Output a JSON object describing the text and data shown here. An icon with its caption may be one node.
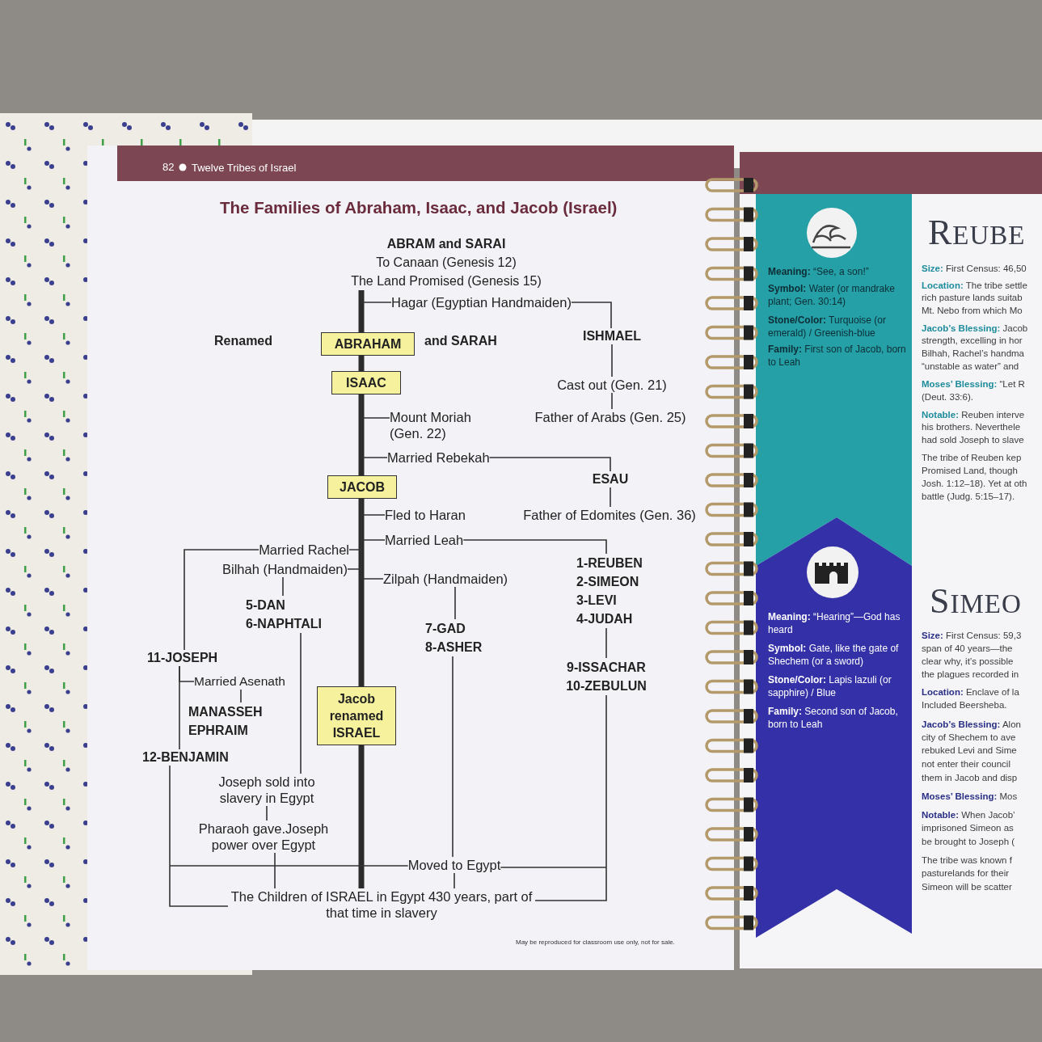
{
  "diagram": {
    "title": "The Families of Abraham, Isaac, and Jacob (Israel)",
    "nodes": [
      {
        "text": [
          "ABRAM and SARAI",
          "To Canaan (Genesis 12)",
          "The Land Promised (Genesis 15)"
        ]
      },
      {
        "text": [
          "Hagar (Egyptian Handmaiden)"
        ]
      },
      {
        "text": [
          "ABRAHAM"
        ],
        "beside": [
          "Renamed",
          "and SARAH"
        ]
      },
      {
        "text": [
          "ISHMAEL"
        ]
      },
      {
        "text": [
          "ISAAC"
        ]
      },
      {
        "text": [
          "Cast out (Gen. 21)"
        ]
      },
      {
        "text": [
          "Mount Moriah (Gen. 22)"
        ]
      },
      {
        "text": [
          "Father of Arabs (Gen. 25)"
        ]
      },
      {
        "text": [
          "Married Rebekah"
        ]
      },
      {
        "text": [
          "JACOB"
        ]
      },
      {
        "text": [
          "ESAU"
        ]
      },
      {
        "text": [
          "Fled to Haran"
        ]
      },
      {
        "text": [
          "Father of Edomites (Gen. 36)"
        ]
      },
      {
        "text": [
          "Married Leah"
        ]
      },
      {
        "text": [
          "Married Rachel"
        ]
      },
      {
        "text": [
          "Bilhah (Handmaiden)"
        ]
      },
      {
        "text": [
          "Zilpah (Handmaiden)"
        ]
      },
      {
        "text": [
          "1-REUBEN",
          "2-SIMEON",
          "3-LEVI",
          "4-JUDAH"
        ]
      },
      {
        "text": [
          "5-DAN",
          "6-NAPHTALI"
        ]
      },
      {
        "text": [
          "7-GAD",
          "8-ASHER"
        ]
      },
      {
        "text": [
          "11-JOSEPH"
        ]
      },
      {
        "text": [
          "9-ISSACHAR",
          "10-ZEBULUN"
        ]
      },
      {
        "text": [
          "Married Asenath"
        ]
      },
      {
        "text": [
          "Jacob renamed ISRAEL"
        ]
      },
      {
        "text": [
          "MANASSEH",
          "EPHRAIM"
        ]
      },
      {
        "text": [
          "12-BENJAMIN"
        ]
      },
      {
        "text": [
          "Joseph sold into slavery in Egypt"
        ]
      },
      {
        "text": [
          "Pharaoh gave.Joseph power over Egypt"
        ]
      },
      {
        "text": [
          "Moved to Egypt"
        ]
      },
      {
        "text": [
          "The Children of ISRAEL in Egypt 430 years, part of that time in slavery"
        ]
      }
    ],
    "edges": [
      {
        "from": 0,
        "to": 2,
        "arrow": "none",
        "style": "thick"
      },
      {
        "from": 2,
        "to": 4,
        "arrow": "none",
        "style": "thick"
      },
      {
        "from": 4,
        "to": 9,
        "arrow": "none",
        "style": "thick"
      },
      {
        "from": 9,
        "to": 23,
        "arrow": "none",
        "style": "thick"
      },
      {
        "from": 23,
        "to": 29,
        "arrow": "none",
        "style": "thick"
      },
      {
        "from": 0,
        "to": 1,
        "arrow": "none"
      },
      {
        "from": 1,
        "to": 3,
        "arrow": "none"
      },
      {
        "from": 3,
        "to": 5,
        "arrow": "none"
      },
      {
        "from": 5,
        "to": 7,
        "arrow": "none"
      },
      {
        "from": 4,
        "to": 6,
        "arrow": "none"
      },
      {
        "from": 4,
        "to": 8,
        "arrow": "none"
      },
      {
        "from": 8,
        "to": 10,
        "arrow": "none"
      },
      {
        "from": 10,
        "to": 12,
        "arrow": "none"
      },
      {
        "from": 9,
        "to": 11,
        "arrow": "none"
      },
      {
        "from": 9,
        "to": 13,
        "arrow": "none"
      },
      {
        "from": 13,
        "to": 17,
        "arrow": "none"
      },
      {
        "from": 17,
        "to": 21,
        "arrow": "none"
      },
      {
        "from": 21,
        "to": 29,
        "arrow": "none"
      },
      {
        "from": 9,
        "to": 14,
        "arrow": "none"
      },
      {
        "from": 9,
        "to": 15,
        "arrow": "none"
      },
      {
        "from": 9,
        "to": 16,
        "arrow": "none"
      },
      {
        "from": 15,
        "to": 18,
        "arrow": "none"
      },
      {
        "from": 16,
        "to": 19,
        "arrow": "none"
      },
      {
        "from": 14,
        "to": 20,
        "arrow": "none"
      },
      {
        "from": 20,
        "to": 22,
        "arrow": "none"
      },
      {
        "from": 22,
        "to": 24,
        "arrow": "none"
      },
      {
        "from": 20,
        "to": 25,
        "arrow": "none"
      },
      {
        "from": 25,
        "to": 29,
        "arrow": "none"
      },
      {
        "from": 18,
        "to": 26,
        "arrow": "none"
      },
      {
        "from": 26,
        "to": 27,
        "arrow": "none"
      },
      {
        "from": 27,
        "to": 29,
        "arrow": "none"
      },
      {
        "from": 19,
        "to": 28,
        "arrow": "none"
      },
      {
        "from": 28,
        "to": 29,
        "arrow": "none"
      },
      {
        "from": 28,
        "to": null,
        "arrow": "none"
      },
      {
        "from": 28,
        "to": null,
        "arrow": "none"
      }
    ],
    "labels": [
      "82",
      "Twelve Tribes of Israel",
      "May be reproduced for classroom use only, not for sale.",
      "**Meaning:** “See, a son!”",
      "**Symbol:** Water (or mandrake plant; Gen. 30:14)",
      "**Stone/Color:** Turquoise (or emerald) / Greenish-blue",
      "**Family:** First son of Jacob, born to Leah",
      "REUBE",
      "**Size:** First Census: 46,50",
      "**Location:** The tribe settle",
      "rich pasture lands suitab",
      "Mt. Nebo from which Mo",
      "**Jacob’s Blessing:** Jacob",
      "strength, excelling in hor",
      "Bilhah, Rachel’s handma",
      "“unstable as water” and",
      "**Moses’ Blessing:** “Let R",
      "(Deut. 33:6).",
      "**Notable:** Reuben interve",
      "his brothers. Neverthele",
      "had sold Joseph to slave",
      "The tribe of Reuben kep",
      "Promised Land, though",
      "Josh. 1:12–18). Yet at oth",
      "battle (Judg. 5:15–17).",
      "**Meaning:** “Hearing”—God has heard",
      "**Symbol:** Gate, like the gate of Shechem (or a sword)",
      "**Stone/Color:** Lapis lazuli (or sapphire) / Blue",
      "**Family:** Second son of Jacob, born to Leah",
      "SIMEO",
      "**Size:** First Census: 59,3",
      "span of 40 years—the",
      "clear why, it’s possible",
      "the plagues recorded in",
      "**Location:** Enclave of la",
      "Included Beersheba.",
      "**Jacob’s Blessing:** Alon",
      "city of Shechem to ave",
      "rebuked Levi and Sime",
      "not enter their council",
      "them in Jacob and disp",
      "**Moses’ Blessing:** Mos",
      "**Notable:** When Jacob’",
      "imprisoned Simeon as",
      "be brought to Joseph (",
      "The tribe was known f",
      "pasturelands for their",
      "Simeon will be scatter"
    ]
  }
}
